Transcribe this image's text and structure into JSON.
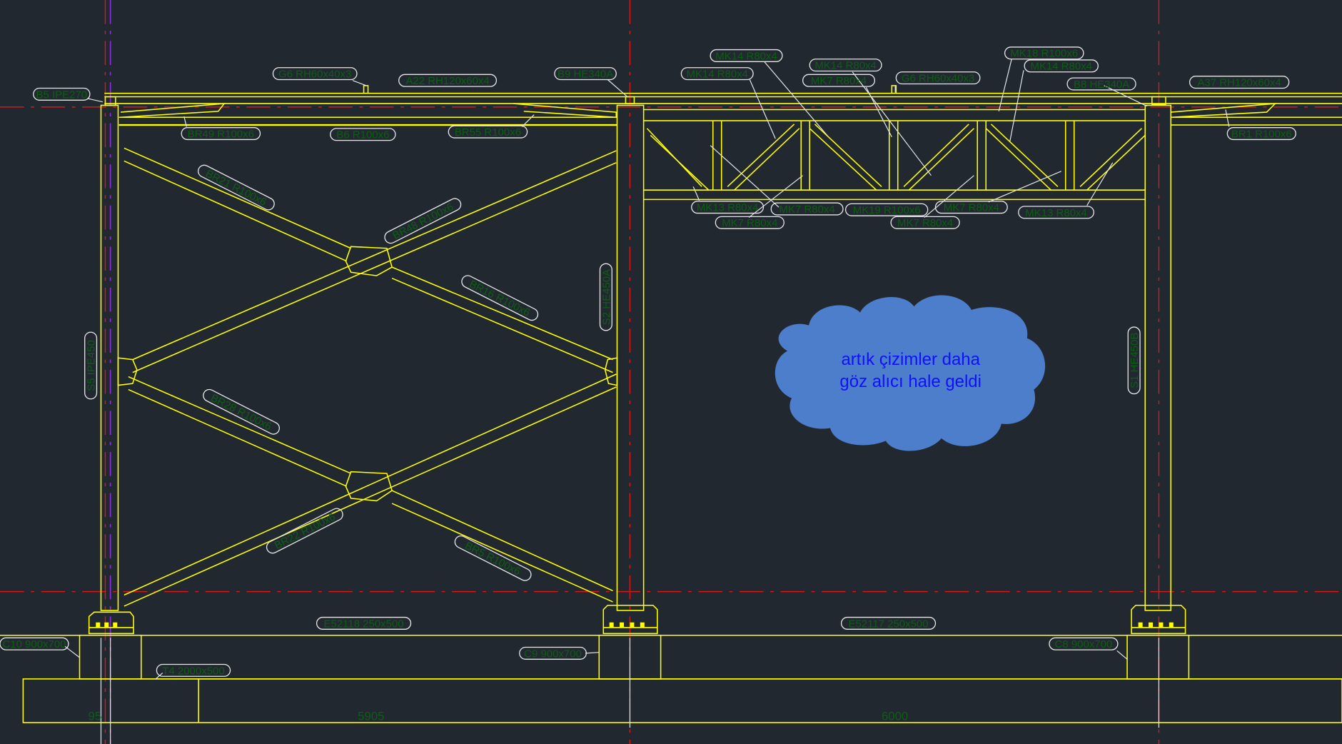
{
  "app": {
    "title": "CAD drawing viewport"
  },
  "colors": {
    "background": "#212830",
    "steel": "#ffff00",
    "axis": "#d61a1a",
    "axis_alt": "#8a2be2",
    "tag_text": "#0c5e12",
    "tag_border": "#e6e6e6",
    "cloud_fill": "#4d7ecb",
    "cloud_text": "#1010ff"
  },
  "tags": {
    "b5": "B5 IPE270",
    "g6_left": "G6 RH60x40x3",
    "a22": "A22 RH120x60x4",
    "b9": "B9 HE340A",
    "br49": "BR49 R100x6",
    "b6": "B6 R100x6",
    "br55": "BR55 R100x6",
    "mk14_a": "MK14 R80x4",
    "mk14_b": "MK14 R80x4",
    "mk14_c": "MK14 R80x4",
    "mk7_top": "MK7 R80x4",
    "g6_right": "G6 RH60x40x3",
    "mk18": "MK18 R100x6",
    "mk14_d": "MK14 R80x4",
    "b8": "B8 HE340A",
    "a37": "A37 RH120x60x4",
    "br1": "BR1 R100x6",
    "mk13_left": "MK13 R80x4",
    "mk7_a": "MK7 R80x4",
    "mk7_b": "MK7 R80x4",
    "mk19": "MK19 R100x6",
    "mk7_c": "MK7 R80x4",
    "mk7_d": "MK7 R80x4",
    "mk13_right": "MK13 R80x4",
    "br21": "BR21 R100x6",
    "br48": "BR48 R100x6",
    "br16": "BR16 R100x6",
    "br28": "BR28 R100x6",
    "br22": "BR22 R100x6",
    "br5": "BR5 R100x6",
    "s5": "S5 IPE450",
    "s2": "S2 HE450A",
    "s1": "S1 HE450B",
    "e52118": "E52118 250x500",
    "e52117": "E52117 250x500",
    "c10": "C10 900x700",
    "c9": "C9 900x700",
    "c8": "C8 900x700",
    "t4": "T4 2000x500"
  },
  "dimensions": {
    "d1": "95",
    "d2": "5905",
    "d3": "6000"
  },
  "cloud": {
    "line1": "artık çizimler daha",
    "line2": "göz alıcı hale geldi"
  }
}
